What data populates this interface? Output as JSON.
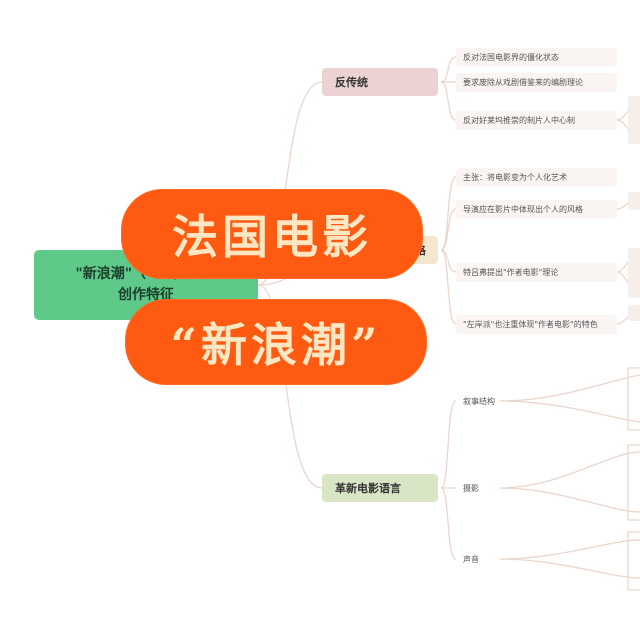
{
  "root": {
    "line1": "\"新浪潮\"（\"左岸派\"）",
    "line2": "创作特征"
  },
  "branches": [
    {
      "label": "反传统"
    },
    {
      "label": "风格"
    },
    {
      "label": "革新电影语言"
    }
  ],
  "leaves": {
    "anti_tradition": [
      "反对法国电影界的僵化状态",
      "要求废除从戏剧借鉴来的编剧理论",
      "反对好莱坞推崇的制片人中心制"
    ],
    "style": [
      "主张：将电影变为个人化艺术",
      "导演应在影片中体现出个人的风格",
      "特吕弗提出\"作者电影\"理论",
      "\"左岸派\"也注重体现\"作者电影\"的特色"
    ],
    "language": [
      "叙事结构",
      "摄影",
      "声音"
    ]
  },
  "overlay": {
    "title_top": "法国电影",
    "title_bottom": "“新浪潮”"
  },
  "colors": {
    "root_bg": "#5fc98a",
    "branch_red": "#ecd2d2",
    "branch_yellow": "#f3e7cd",
    "branch_green": "#d9e6c6",
    "badge_bg": "#ff5a12",
    "badge_text": "#fde7c2",
    "link": "#e8cfc5"
  }
}
